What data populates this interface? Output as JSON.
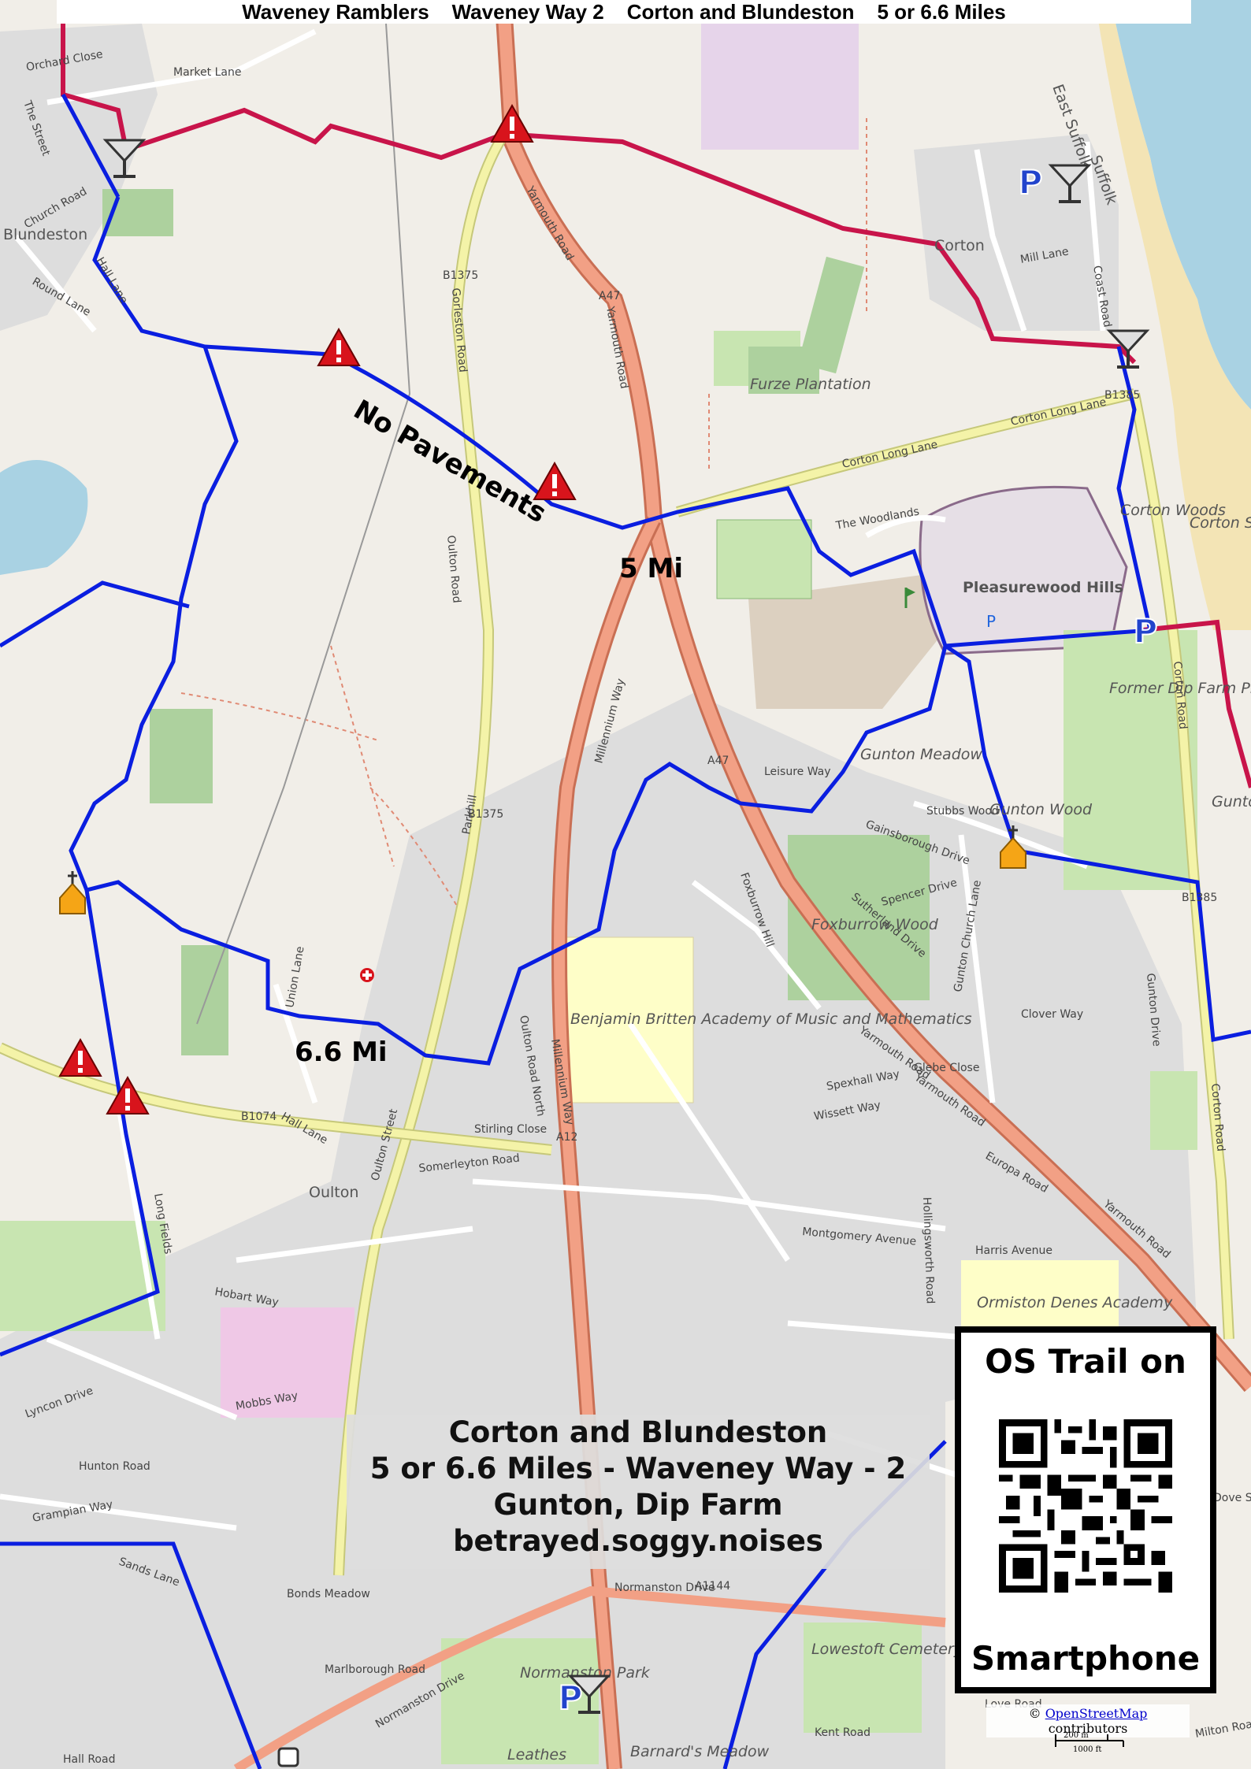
{
  "header": {
    "group": "Waveney Ramblers",
    "route": "Waveney Way 2",
    "walk": "Corton and Blundeston",
    "distance": "5 or 6.6 Miles"
  },
  "walk_info": {
    "line1": "Corton and Blundeston",
    "line2": "5 or 6.6 Miles - Waveney Way - 2",
    "line3": "Gunton, Dip Farm",
    "line4": "betrayed.soggy.noises"
  },
  "qr_panel": {
    "top": "OS Trail on",
    "bottom": "Smartphone"
  },
  "attribution": {
    "prefix": "©",
    "link": "OpenStreetMap",
    "suffix": "contributors",
    "scale_metric": "200 m",
    "scale_imperial": "1000 ft"
  },
  "annotations": {
    "no_pavements": "No Pavements",
    "dist_5": "5 Mi",
    "dist_66": "6.6 Mi"
  },
  "places": {
    "blundeston": "Blundeston",
    "corton": "Corton",
    "oulton": "Oulton",
    "pleasurewood": "Pleasurewood Hills",
    "dip_farm": "Former Dip Farm Pitch & Putt",
    "benjamin": "Benjamin Britten Academy of Music and Mathematics",
    "corton_sands": "Corton Sands",
    "corton_woods": "Corton Woods",
    "furze": "Furze Plantation",
    "foxburrow": "Foxburrow Wood",
    "gunton_meadow": "Gunton Meadow",
    "gunton_wood": "Gunton Wood",
    "gunton_warren": "Gunton Warren",
    "ormiston": "Ormiston Denes Academy",
    "lowestoft_cemetery": "Lowestoft Cemetery",
    "normanston_park": "Normanston Park",
    "barnards": "Barnard's Meadow",
    "leathes": "Leathes",
    "east_suffolk": "East Suffolk",
    "suffolk": "Suffolk"
  },
  "roads": {
    "market_lane": "Market Lane",
    "orchard_close": "Orchard Close",
    "the_street": "The Street",
    "church_road": "Church Road",
    "hall_lane": "Hall Lane",
    "round_lane": "Round Lane",
    "yarmouth_road": "Yarmouth Road",
    "a47": "A47",
    "b1375": "B1375",
    "gorleston_road": "Gorleston Road",
    "oulton_road": "Oulton Road",
    "corton_long_lane": "Corton Long Lane",
    "b1385": "B1385",
    "corton_road": "Corton Road",
    "millennium_way": "Millennium Way",
    "leisure_way": "Leisure Way",
    "the_woodlands": "The Woodlands",
    "gainsborough": "Gainsborough Drive",
    "stubbs_wood": "Stubbs Wood",
    "spencer_drive": "Spencer Drive",
    "sutherland": "Sutherland Drive",
    "foxburrow_hill": "Foxburrow Hill",
    "parkhill": "Parkhill",
    "union_lane": "Union Lane",
    "b1074": "B1074",
    "oulton_street": "Oulton Street",
    "somerleyton": "Somerleyton Road",
    "stirling_close": "Stirling Close",
    "a12": "A12",
    "hollingsworth": "Hollingsworth Road",
    "europa": "Europa Road",
    "harris": "Harris Avenue",
    "montgomery": "Montgomery Avenue",
    "normanston_drive": "Normanston Drive",
    "a1144": "A1144",
    "mill_lane": "Mill Lane",
    "coast_road": "Coast Road",
    "gunton_church": "Gunton Church Lane",
    "clover_way": "Clover Way",
    "glebe_close": "Glebe Close",
    "spexhall": "Spexhall Way",
    "wissett": "Wissett Way",
    "gunton_drive": "Gunton Drive",
    "long_fields": "Long Fields",
    "hobart_way": "Hobart Way",
    "mobbs_way": "Mobbs Way",
    "lyncon_drive": "Lyncon Drive",
    "hunton_road": "Hunton Road",
    "grampian_way": "Grampian Way",
    "sands_lane": "Sands Lane",
    "kent_road": "Kent Road",
    "love_road": "Love Road",
    "hall_road": "Hall Road",
    "milton_road": "Milton Road",
    "bonds_meadow": "Bonds Meadow",
    "marlborough": "Marlborough Road",
    "oulton_road_north": "Oulton Road North",
    "dove_street": "Dove Street"
  },
  "colors": {
    "route_blue": "#0a1ee0",
    "route_red": "#c8144a",
    "trunk_road": "#f2a085",
    "b_road": "#f4f3a8",
    "residential": "#dddddd",
    "park": "#c8e5b1",
    "sea": "#a9d2e3",
    "school": "#fefec8"
  },
  "icons": [
    "pub-icon",
    "parking-icon",
    "hazard-icon",
    "church-icon",
    "bus-icon",
    "hospital-icon",
    "golf-icon"
  ]
}
